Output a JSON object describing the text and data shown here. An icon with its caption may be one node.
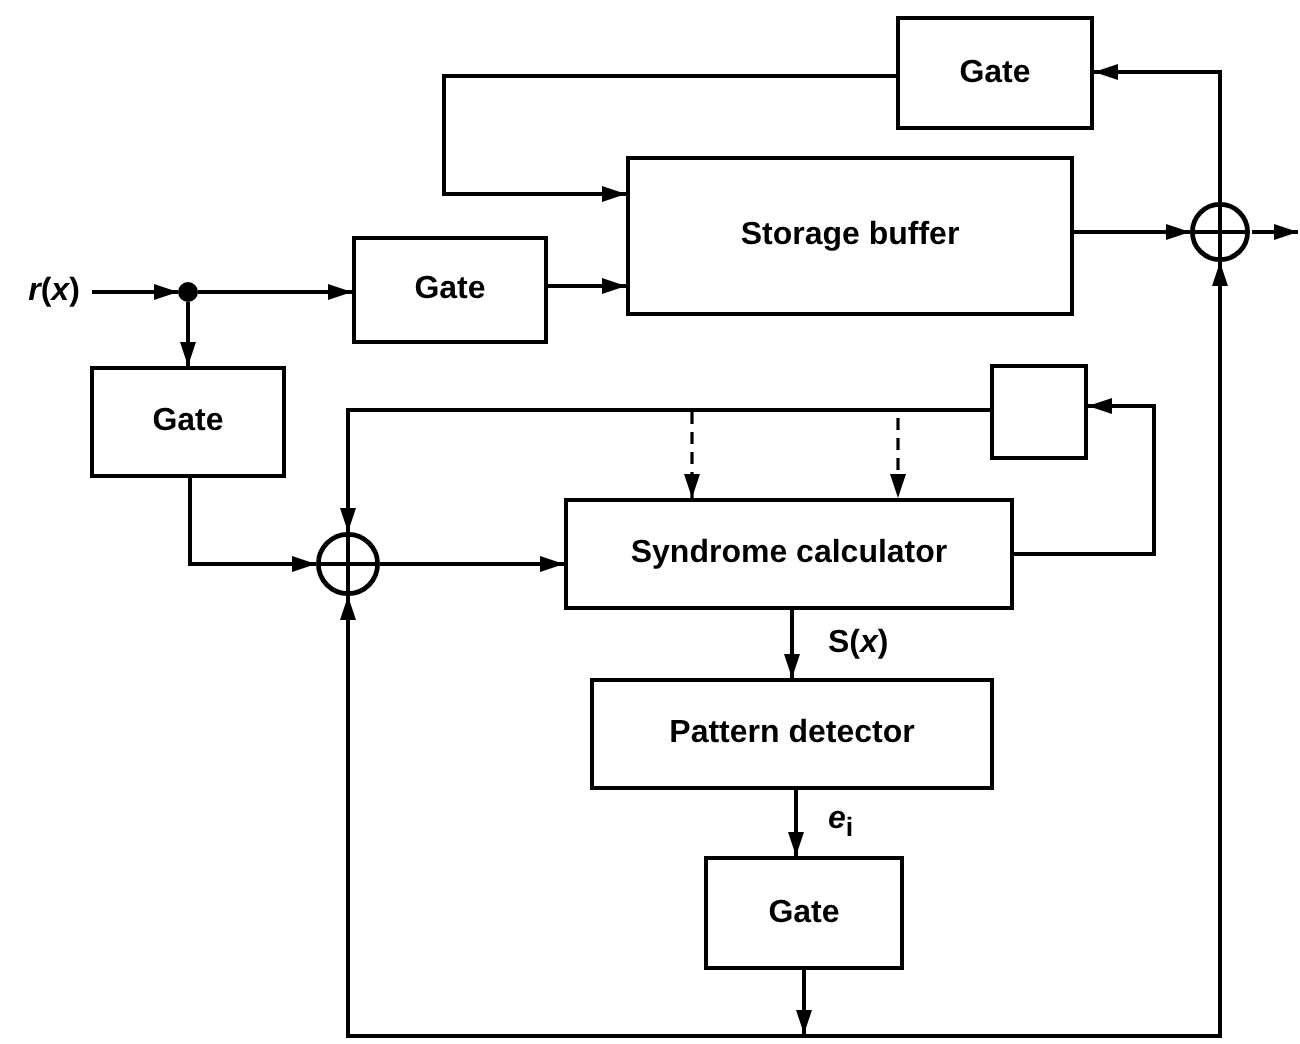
{
  "diagram": {
    "nodes": [
      {
        "text": [
          "*r*(*x*)"
        ]
      },
      {
        "text": [],
        "shape": "circle"
      },
      {
        "text": [
          "Gate"
        ]
      },
      {
        "text": [
          "Storage buffer"
        ]
      },
      {
        "text": [
          "Gate"
        ]
      },
      {
        "text": [],
        "shape": "circle"
      },
      {
        "text": [
          "Gate"
        ]
      },
      {
        "text": [],
        "shape": "circle"
      },
      {
        "text": [],
        "shape": "box"
      },
      {
        "text": [
          "Syndrome calculator"
        ]
      },
      {
        "text": [
          "Pattern detector"
        ]
      },
      {
        "text": [
          "Gate"
        ]
      }
    ],
    "edges": [
      {
        "from": 0,
        "to": 1,
        "arrow": "to"
      },
      {
        "from": 1,
        "to": 2,
        "arrow": "to"
      },
      {
        "from": 1,
        "to": 6,
        "arrow": "to"
      },
      {
        "from": 2,
        "to": 3,
        "arrow": "to"
      },
      {
        "from": 4,
        "to": 3,
        "arrow": "to"
      },
      {
        "from": 3,
        "to": 5,
        "arrow": "to"
      },
      {
        "from": 5,
        "to": null,
        "arrow": "to"
      },
      {
        "from": 5,
        "to": 4,
        "arrow": "to"
      },
      {
        "from": 6,
        "to": 7,
        "arrow": "to"
      },
      {
        "from": 8,
        "to": 7,
        "arrow": "to"
      },
      {
        "from": 8,
        "to": 9,
        "arrow": "to",
        "style": "dashed"
      },
      {
        "from": 8,
        "to": 9,
        "arrow": "to",
        "style": "dashed"
      },
      {
        "from": 7,
        "to": 9,
        "arrow": "to"
      },
      {
        "from": 9,
        "to": 8,
        "arrow": "to"
      },
      {
        "from": 9,
        "to": 10,
        "arrow": "to",
        "label": "S(*x*)"
      },
      {
        "from": 10,
        "to": 11,
        "arrow": "to",
        "label": "*e*$_{i}$"
      },
      {
        "from": 11,
        "to": 7,
        "arrow": "to"
      },
      {
        "from": 11,
        "to": 5,
        "arrow": "to"
      }
    ]
  }
}
